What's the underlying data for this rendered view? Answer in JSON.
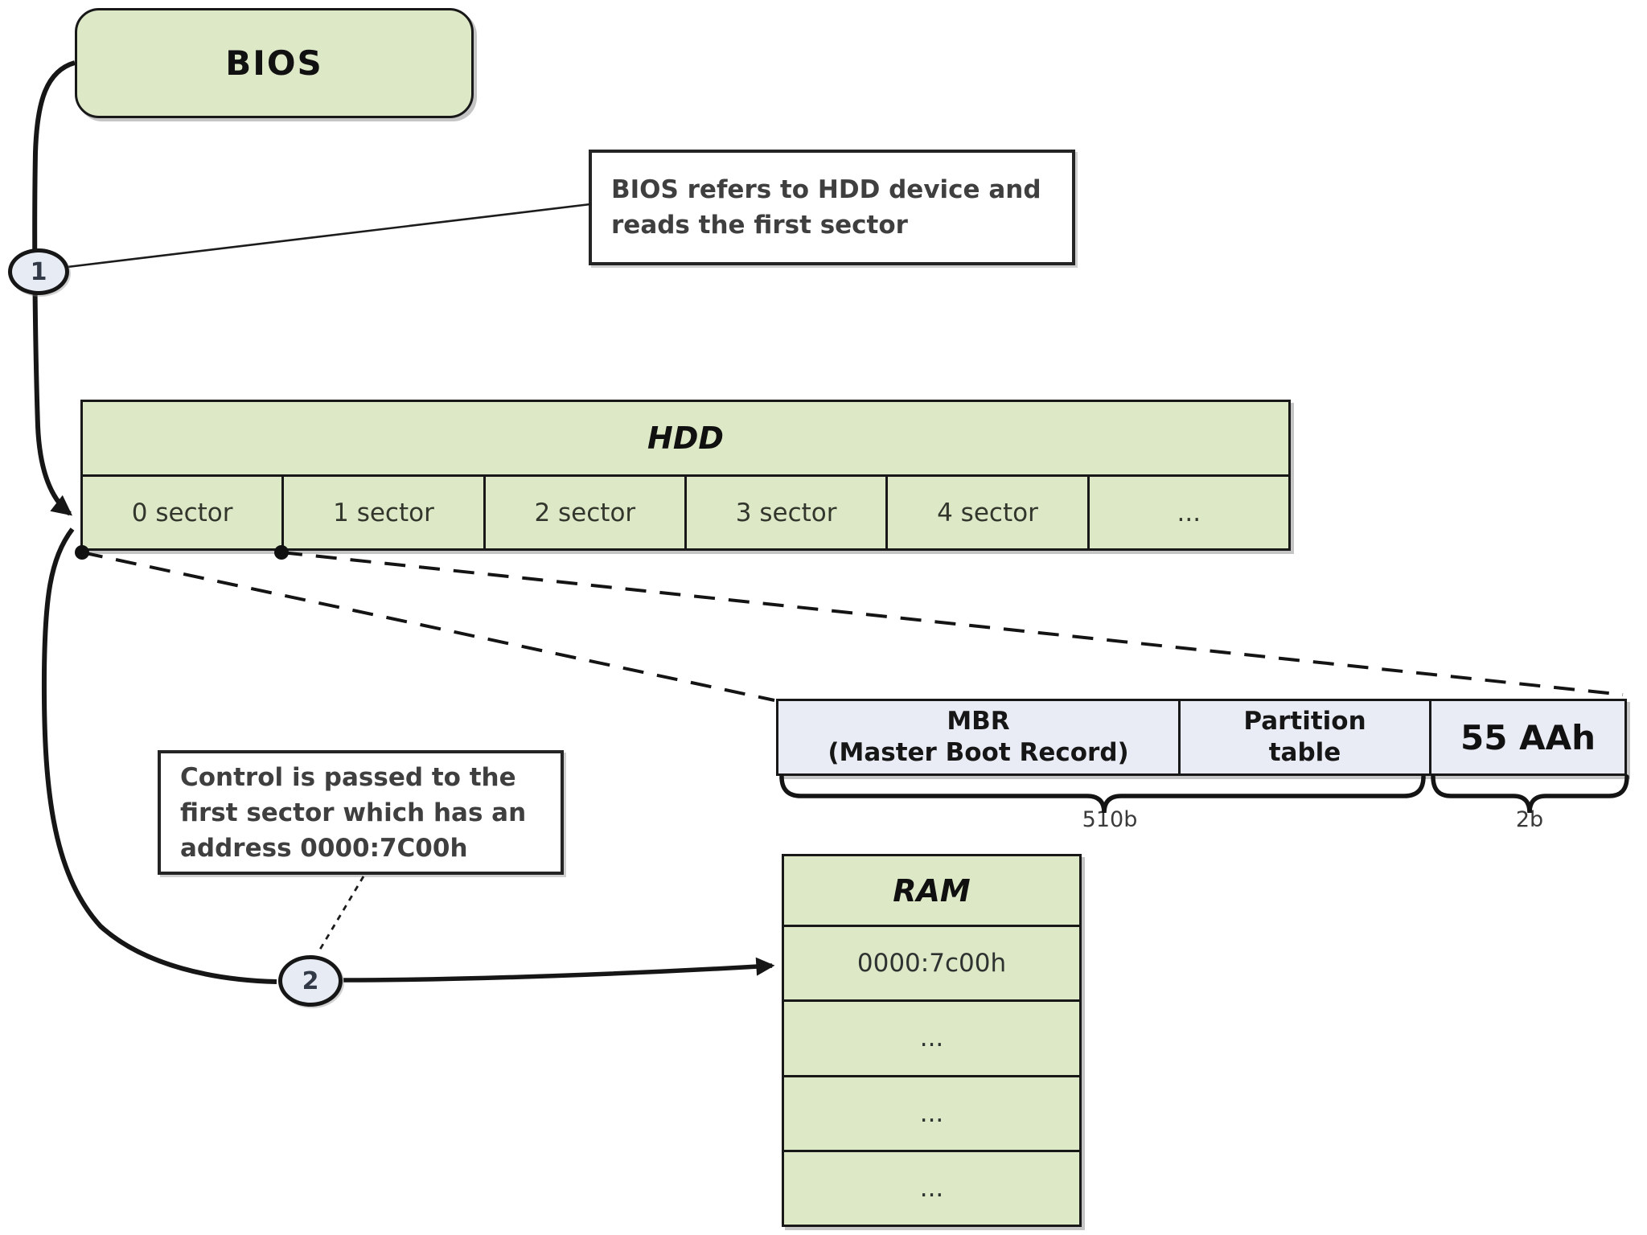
{
  "bios": {
    "label": "BIOS"
  },
  "steps": {
    "one": "1",
    "two": "2"
  },
  "callout_bios": {
    "line1": "BIOS refers to HDD device and",
    "line2": "reads the first sector"
  },
  "hdd": {
    "title": "HDD",
    "sectors": [
      "0 sector",
      "1 sector",
      "2 sector",
      "3 sector",
      "4 sector",
      "..."
    ]
  },
  "mbr": {
    "cells": [
      {
        "line1": "MBR",
        "line2": "(Master Boot Record)"
      },
      {
        "line1": "Partition",
        "line2": "table"
      },
      {
        "label": "55 AAh"
      }
    ],
    "size_labels": {
      "data_area": "510b",
      "signature": "2b"
    }
  },
  "callout_control": {
    "line1": "Control is passed to the",
    "line2": "first sector which has an",
    "line3": "address 0000:7C00h"
  },
  "ram": {
    "title": "RAM",
    "rows": [
      "0000:7c00h",
      "...",
      "...",
      "..."
    ]
  },
  "colors": {
    "green": "#dde8c6",
    "mbr-fill": "#e9ecf5",
    "circle-fill": "#e7ecf4",
    "line": "#181818"
  }
}
